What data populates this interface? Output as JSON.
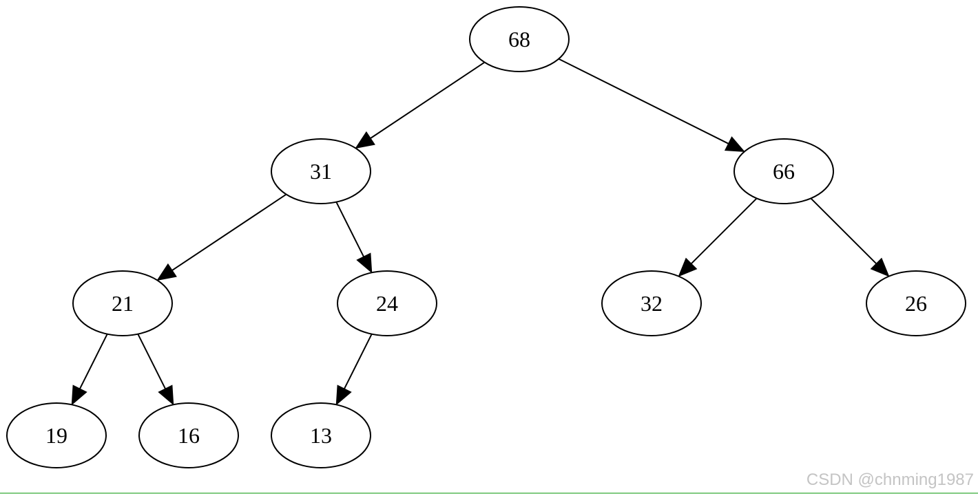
{
  "tree": {
    "nodes": [
      {
        "id": "n68",
        "label": "68"
      },
      {
        "id": "n31",
        "label": "31"
      },
      {
        "id": "n66",
        "label": "66"
      },
      {
        "id": "n21",
        "label": "21"
      },
      {
        "id": "n24",
        "label": "24"
      },
      {
        "id": "n32",
        "label": "32"
      },
      {
        "id": "n26",
        "label": "26"
      },
      {
        "id": "n19",
        "label": "19"
      },
      {
        "id": "n16",
        "label": "16"
      },
      {
        "id": "n13",
        "label": "13"
      }
    ],
    "edges": [
      {
        "from": "n68",
        "to": "n31"
      },
      {
        "from": "n68",
        "to": "n66"
      },
      {
        "from": "n31",
        "to": "n21"
      },
      {
        "from": "n31",
        "to": "n24"
      },
      {
        "from": "n66",
        "to": "n32"
      },
      {
        "from": "n66",
        "to": "n26"
      },
      {
        "from": "n21",
        "to": "n19"
      },
      {
        "from": "n21",
        "to": "n16"
      },
      {
        "from": "n24",
        "to": "n13"
      }
    ]
  },
  "watermark": "CSDN @chnming1987"
}
